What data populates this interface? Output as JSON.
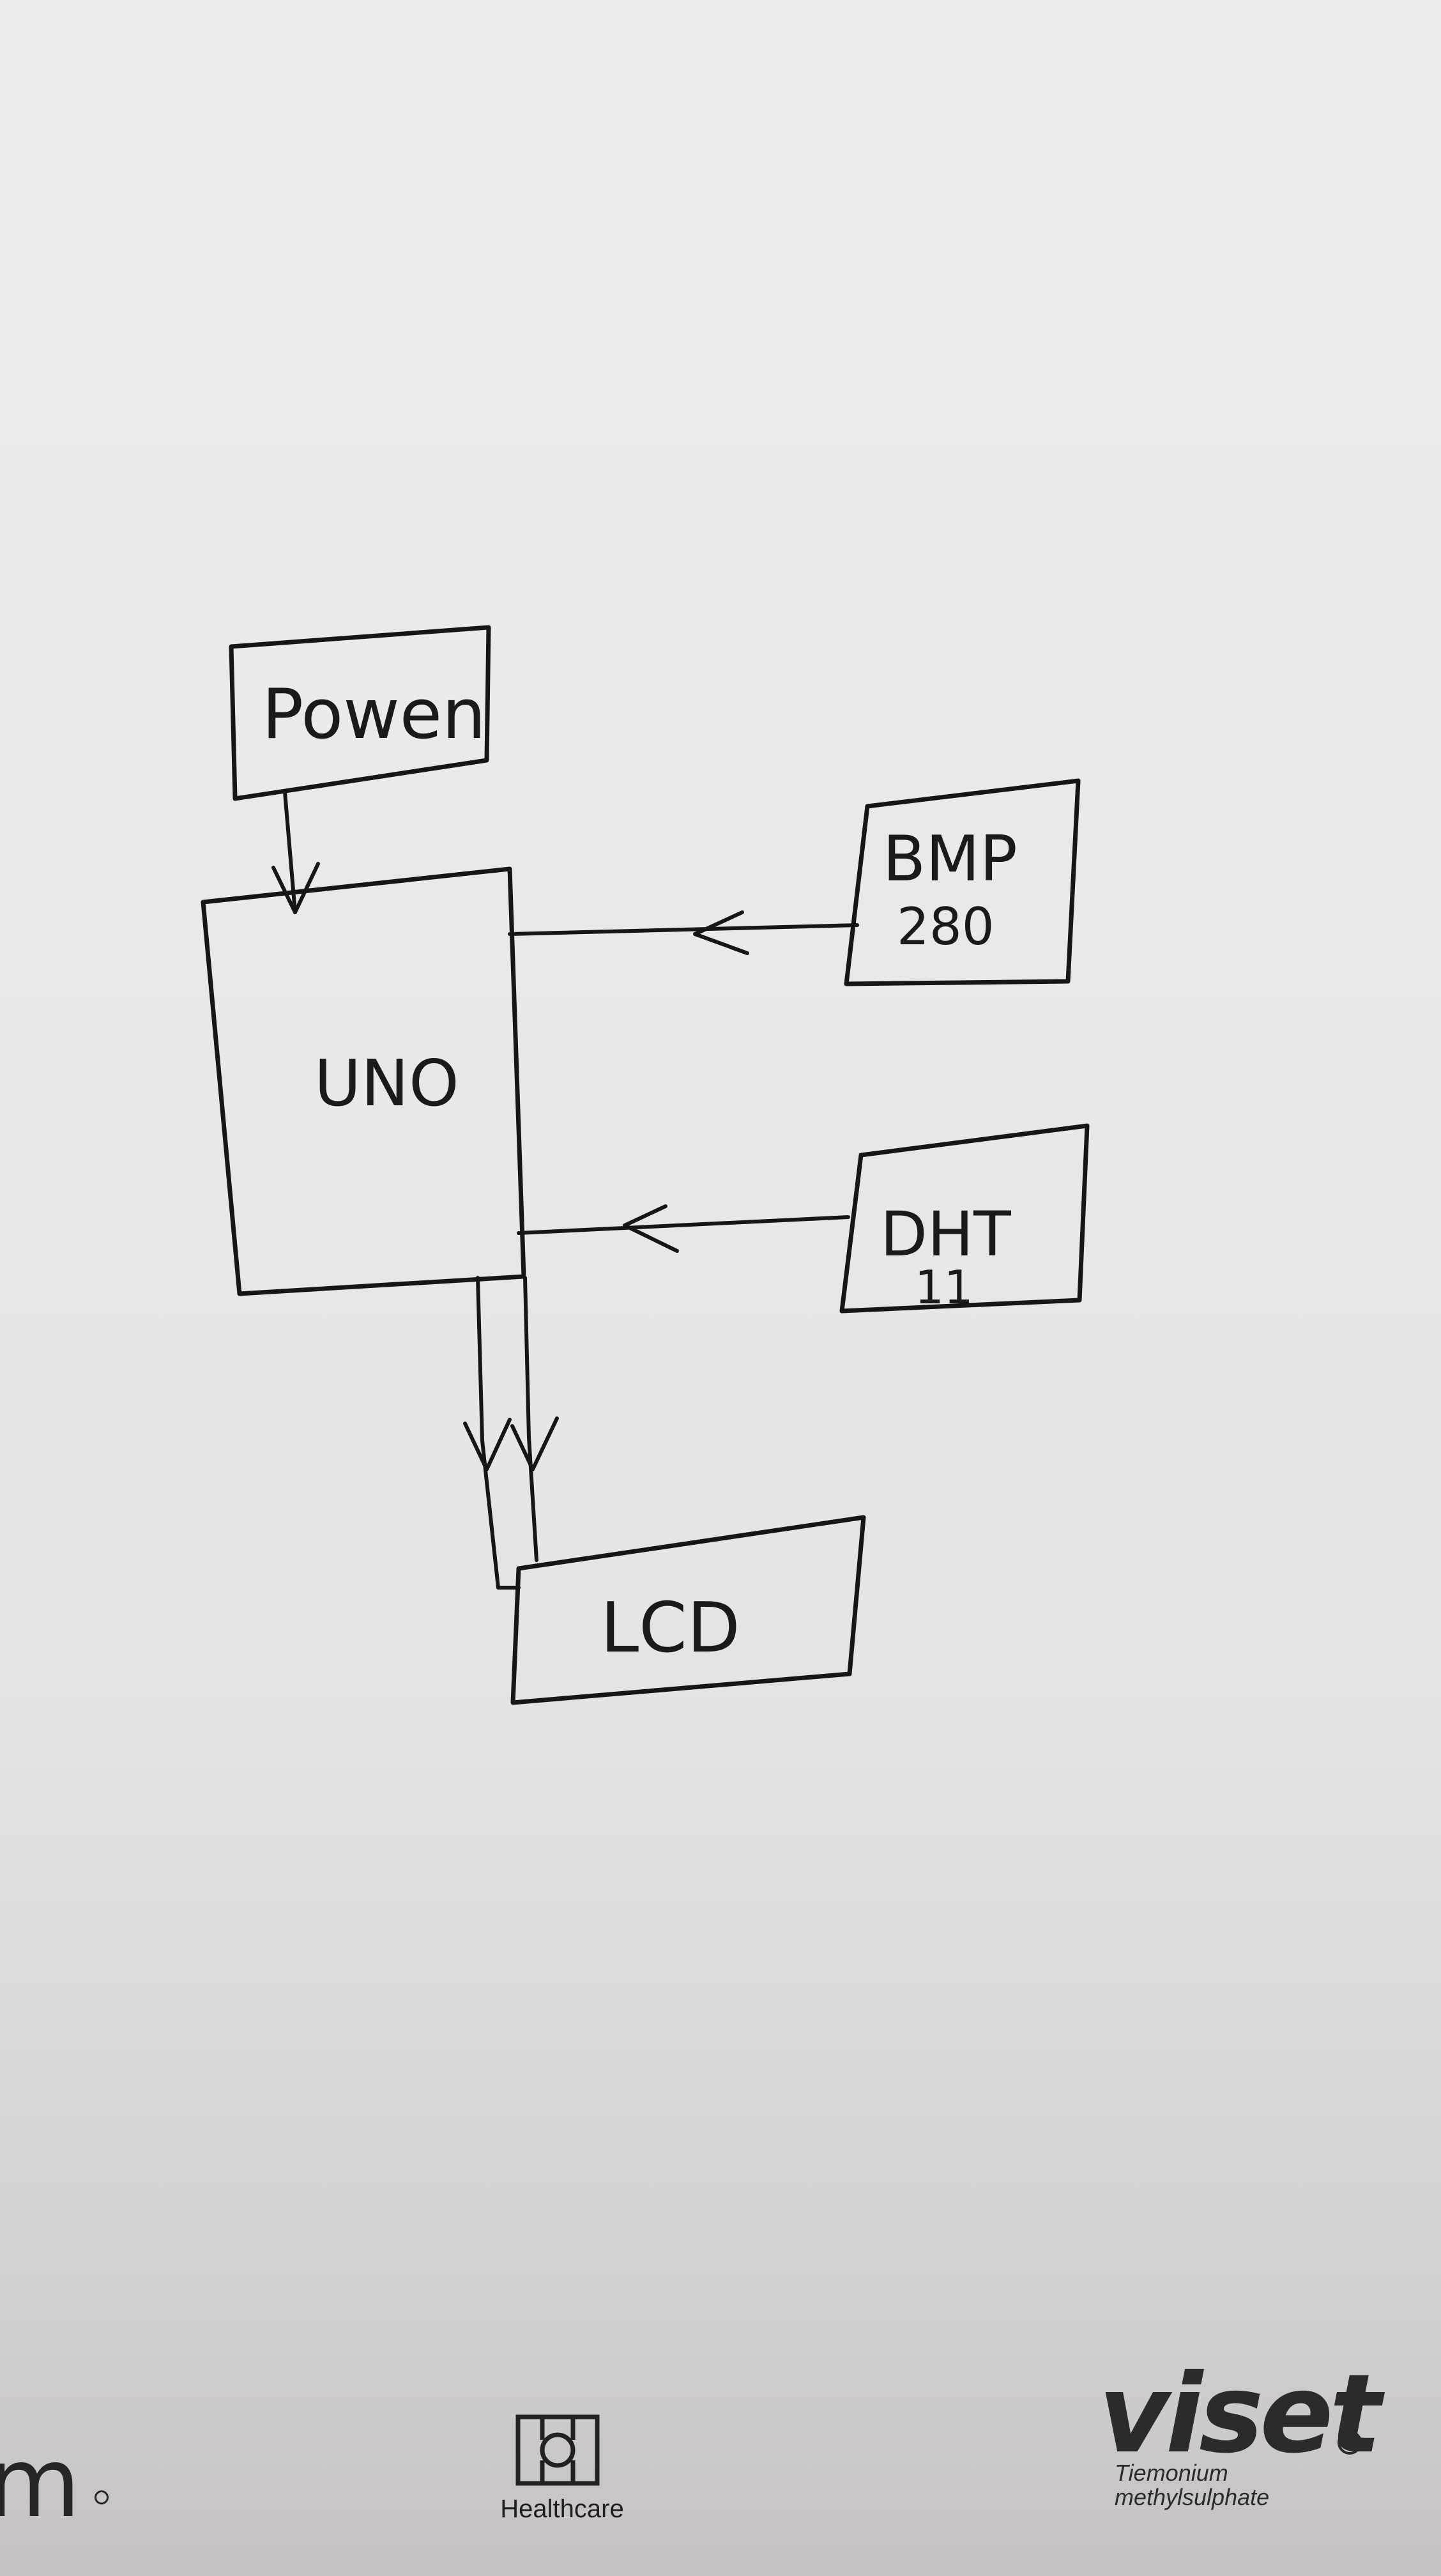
{
  "diagram": {
    "nodes": [
      {
        "id": "power",
        "label": "Powen"
      },
      {
        "id": "uno",
        "label": "UNO"
      },
      {
        "id": "bmp",
        "label_line1": "BMP",
        "label_line2": "280"
      },
      {
        "id": "dht",
        "label_line1": "DHT",
        "label_line2": "11"
      },
      {
        "id": "lcd",
        "label": "LCD"
      }
    ],
    "edges": [
      {
        "from": "power",
        "to": "uno"
      },
      {
        "from": "bmp",
        "to": "uno"
      },
      {
        "from": "dht",
        "to": "uno"
      },
      {
        "from": "uno",
        "to": "lcd"
      },
      {
        "from": "uno",
        "to": "lcd"
      }
    ],
    "stroke_color": "#161616"
  },
  "footer": {
    "left_partial": "m",
    "center_label": "Healthcare",
    "right_brand": "viset",
    "right_sub_1": "Tiemonium",
    "right_sub_2": "methylsulphate"
  }
}
